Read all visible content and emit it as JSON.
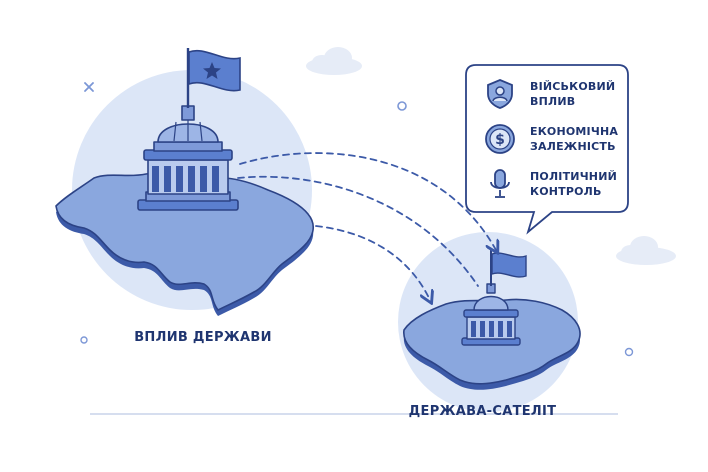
{
  "labels": {
    "main_state": "ВПЛИВ ДЕРЖАВИ",
    "satellite_state": "ДЕРЖАВА-САТЕЛІТ"
  },
  "legend": [
    {
      "icon": "shield-person-icon",
      "line1": "ВІЙСЬКОВИЙ",
      "line2": "ВПЛИВ"
    },
    {
      "icon": "dollar-coin-icon",
      "line1": "ЕКОНОМІЧНА",
      "line2": "ЗАЛЕЖНІСТЬ"
    },
    {
      "icon": "microphone-icon",
      "line1": "ПОЛІТИЧНИЙ",
      "line2": "КОНТРОЛЬ"
    }
  ],
  "colors": {
    "halo": "#dce6f7",
    "land": "#8aa7de",
    "land_dark": "#3c5aa8",
    "outline": "#2c4386",
    "flag": "#5b7fcf",
    "text": "#1f3570"
  }
}
